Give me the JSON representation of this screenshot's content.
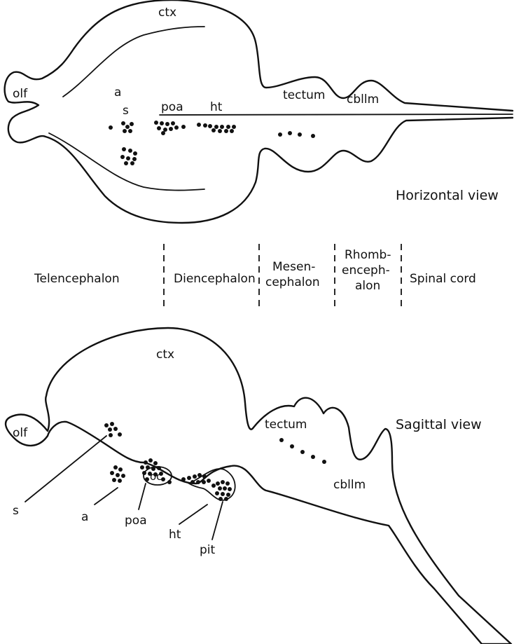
{
  "horizontal_view": {
    "caption": "Horizontal view",
    "labels": {
      "ctx": "ctx",
      "olf": "olf",
      "a": "a",
      "s": "s",
      "poa": "poa",
      "ht": "ht",
      "tectum": "tectum",
      "cbllm": "cbllm"
    }
  },
  "regions": {
    "telencephalon": "Telencephalon",
    "diencephalon": "Diencephalon",
    "mesencephalon_1": "Mesen-",
    "mesencephalon_2": "cephalon",
    "rhombencephalon_1": "Rhomb-",
    "rhombencephalon_2": "enceph-",
    "rhombencephalon_3": "alon",
    "spinal_cord": "Spinal cord"
  },
  "sagittal_view": {
    "caption": "Sagittal view",
    "labels": {
      "ctx": "ctx",
      "olf": "olf",
      "tectum": "tectum",
      "cbllm": "cbllm",
      "s": "s",
      "a": "a",
      "poa": "poa",
      "oc": "oc",
      "ht": "ht",
      "pit": "pit"
    }
  }
}
